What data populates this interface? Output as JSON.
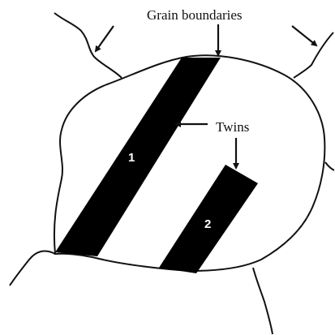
{
  "labels": {
    "grain_boundaries": "Grain boundaries",
    "twins": "Twins",
    "twin_1": "1",
    "twin_2": "2"
  },
  "colors": {
    "line": "#111111",
    "twin_fill": "#000000",
    "background": "#ffffff",
    "twin_label": "#ffffff"
  }
}
